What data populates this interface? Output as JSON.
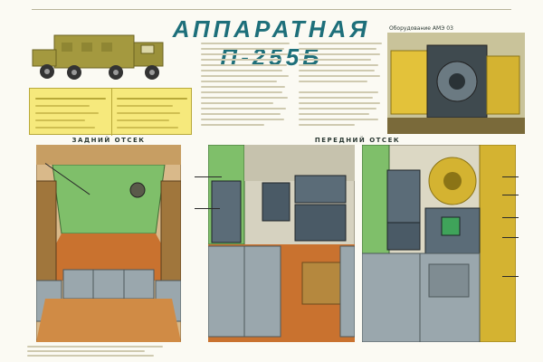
{
  "poster": {
    "title": "АППАРАТНАЯ П-255Б"
  },
  "sections": {
    "rear": {
      "label": "ЗАДНИЙ ОТСЕК"
    },
    "front": {
      "label": "ПЕРЕДНИЙ ОТСЕК"
    },
    "installed_view": {
      "label": "Оборудование АМЭ 03"
    }
  },
  "colors": {
    "title": "#1d6f7a",
    "table_fill": "#f6e97c",
    "wall_green": "#7fbf6a",
    "floor_orange": "#c9722f",
    "cabinet_grey": "#9aa7ad",
    "vehicle_olive": "#a4993f"
  }
}
